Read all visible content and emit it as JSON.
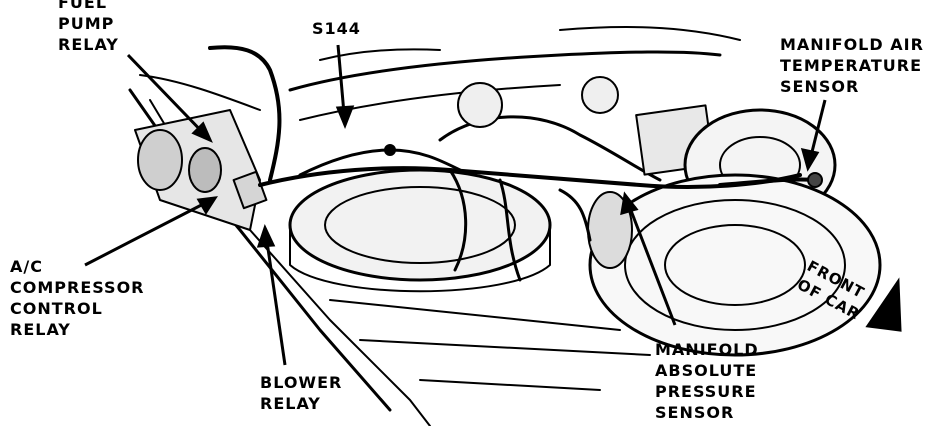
{
  "diagram": {
    "labels": {
      "fuel_pump_relay": [
        "FUEL",
        "PUMP",
        "RELAY"
      ],
      "s144": "S144",
      "manifold_air_temperature_sensor": [
        "MANIFOLD AIR",
        "TEMPERATURE",
        "SENSOR"
      ],
      "ac_compressor_control_relay": [
        "A/C",
        "COMPRESSOR",
        "CONTROL",
        "RELAY"
      ],
      "blower_relay": [
        "BLOWER",
        "RELAY"
      ],
      "manifold_absolute_pressure_sensor": [
        "MANIFOLD",
        "ABSOLUTE",
        "PRESSURE",
        "SENSOR"
      ],
      "front_of_car": [
        "FRONT",
        "OF CAR"
      ]
    },
    "colors": {
      "ink": "#000000",
      "paper": "#ffffff"
    }
  }
}
